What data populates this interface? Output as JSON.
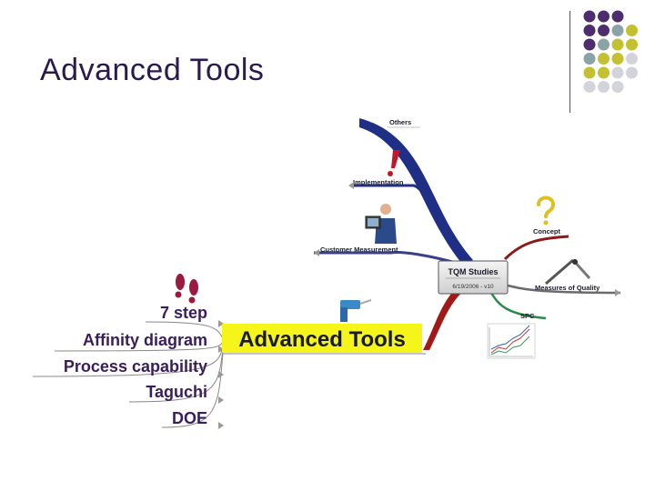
{
  "slide": {
    "title": "Advanced Tools"
  },
  "decor": {
    "dot_colors": {
      "purple": "#4e2d6e",
      "teal": "#8aa3a6",
      "olive": "#c3c032",
      "gray": "#d3d3db"
    },
    "dot_rows": [
      [
        "purple",
        "purple",
        "purple"
      ],
      [
        "purple",
        "purple",
        "teal",
        "olive"
      ],
      [
        "purple",
        "teal",
        "olive",
        "olive"
      ],
      [
        "teal",
        "olive",
        "olive",
        "gray"
      ],
      [
        "olive",
        "olive",
        "gray",
        "gray"
      ],
      [
        "gray",
        "gray",
        "gray"
      ]
    ]
  },
  "mindmap": {
    "center": {
      "label": "TQM Studies",
      "sub": "6/19/2006 - v10"
    },
    "branches": {
      "others": "Others",
      "implementation": "Implementation",
      "customer_measurement": "Customer Measurement",
      "concept": "Concept",
      "measures_of_quality": "Measures of Quality",
      "spc": "SPC"
    },
    "advanced_tools": {
      "label": "Advanced Tools",
      "fill": "#f5f51a",
      "children": [
        "7 step",
        "Affinity diagram",
        "Process capability",
        "Taguchi",
        "DOE"
      ]
    },
    "colors": {
      "others": "#1f2f86",
      "implementation": "#1f2f86",
      "customer": "#3a3f8c",
      "concept": "#8b1a1a",
      "measures": "#6a6a6a",
      "spc": "#2f8a4a",
      "advanced": "#a01818",
      "text_dark": "#1a1a2e",
      "label_purple": "#3a1d5c"
    }
  }
}
